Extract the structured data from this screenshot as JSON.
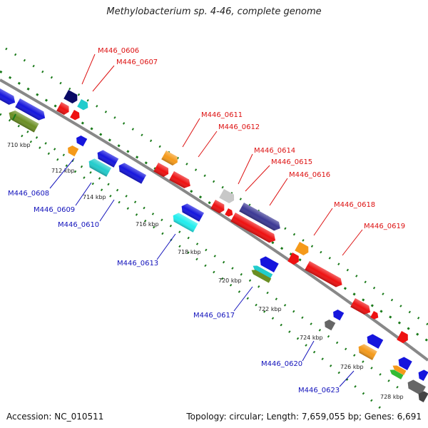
{
  "title": "Methylobacterium sp. 4-46, complete genome",
  "accession": "Accession: NC_010511",
  "topology": "Topology: circular; Length: 7,659,055 bp; Genes: 6,691",
  "kbp_labels": [
    "710 kbp",
    "712 kbp",
    "714 kbp",
    "716 kbp",
    "718 kbp",
    "720 kbp",
    "722 kbp",
    "724 kbp",
    "726 kbp",
    "728 kbp"
  ],
  "genes_top": [
    "M446_0606",
    "M446_0607",
    "M446_0611",
    "M446_0612",
    "M446_0614",
    "M446_0615",
    "M446_0616",
    "M446_0618",
    "M446_0619"
  ],
  "genes_bottom": [
    "M446_0608",
    "M446_0609",
    "M446_0610",
    "M446_0613",
    "M446_0617",
    "M446_0620",
    "M446_0623"
  ],
  "colors": {
    "top_label": "#dd1111",
    "bottom_label": "#1111bb",
    "genome_line": "#888888",
    "gc_dots": "#1a7a1a",
    "red": "#ee1111",
    "blue": "#1515dd",
    "navy": "#0a0a66",
    "cyan": "#22cccc",
    "orange": "#f59a1a",
    "olive": "#6b8e23",
    "gray": "#666666",
    "lightgray": "#c8c8c8",
    "slate": "#3b3894",
    "green": "#33bb33"
  }
}
